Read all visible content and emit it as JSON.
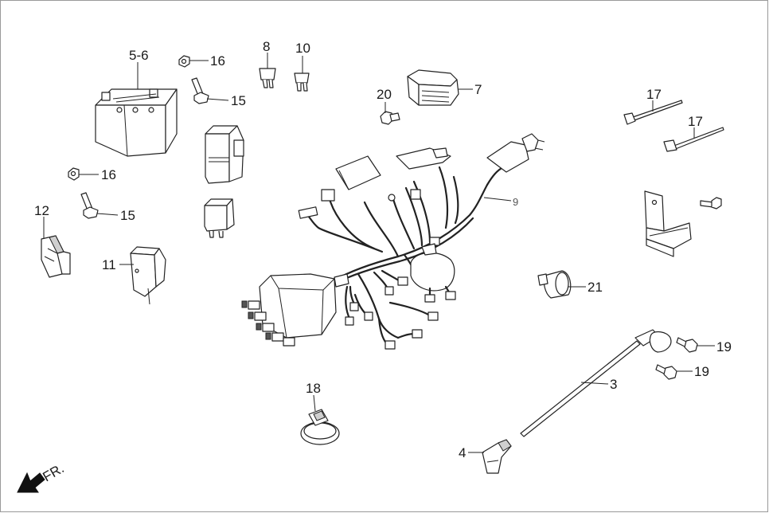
{
  "callouts": {
    "c56": "5-6",
    "c16a": "16",
    "c15a": "15",
    "c8": "8",
    "c10": "10",
    "c20": "20",
    "c7": "7",
    "c17a": "17",
    "c17b": "17",
    "c16b": "16",
    "c15b": "15",
    "c12": "12",
    "c11": "11",
    "c9": "9",
    "c21": "21",
    "c19a": "19",
    "c19b": "19",
    "c3": "3",
    "c18": "18",
    "c4": "4"
  },
  "front_marker": "FR."
}
